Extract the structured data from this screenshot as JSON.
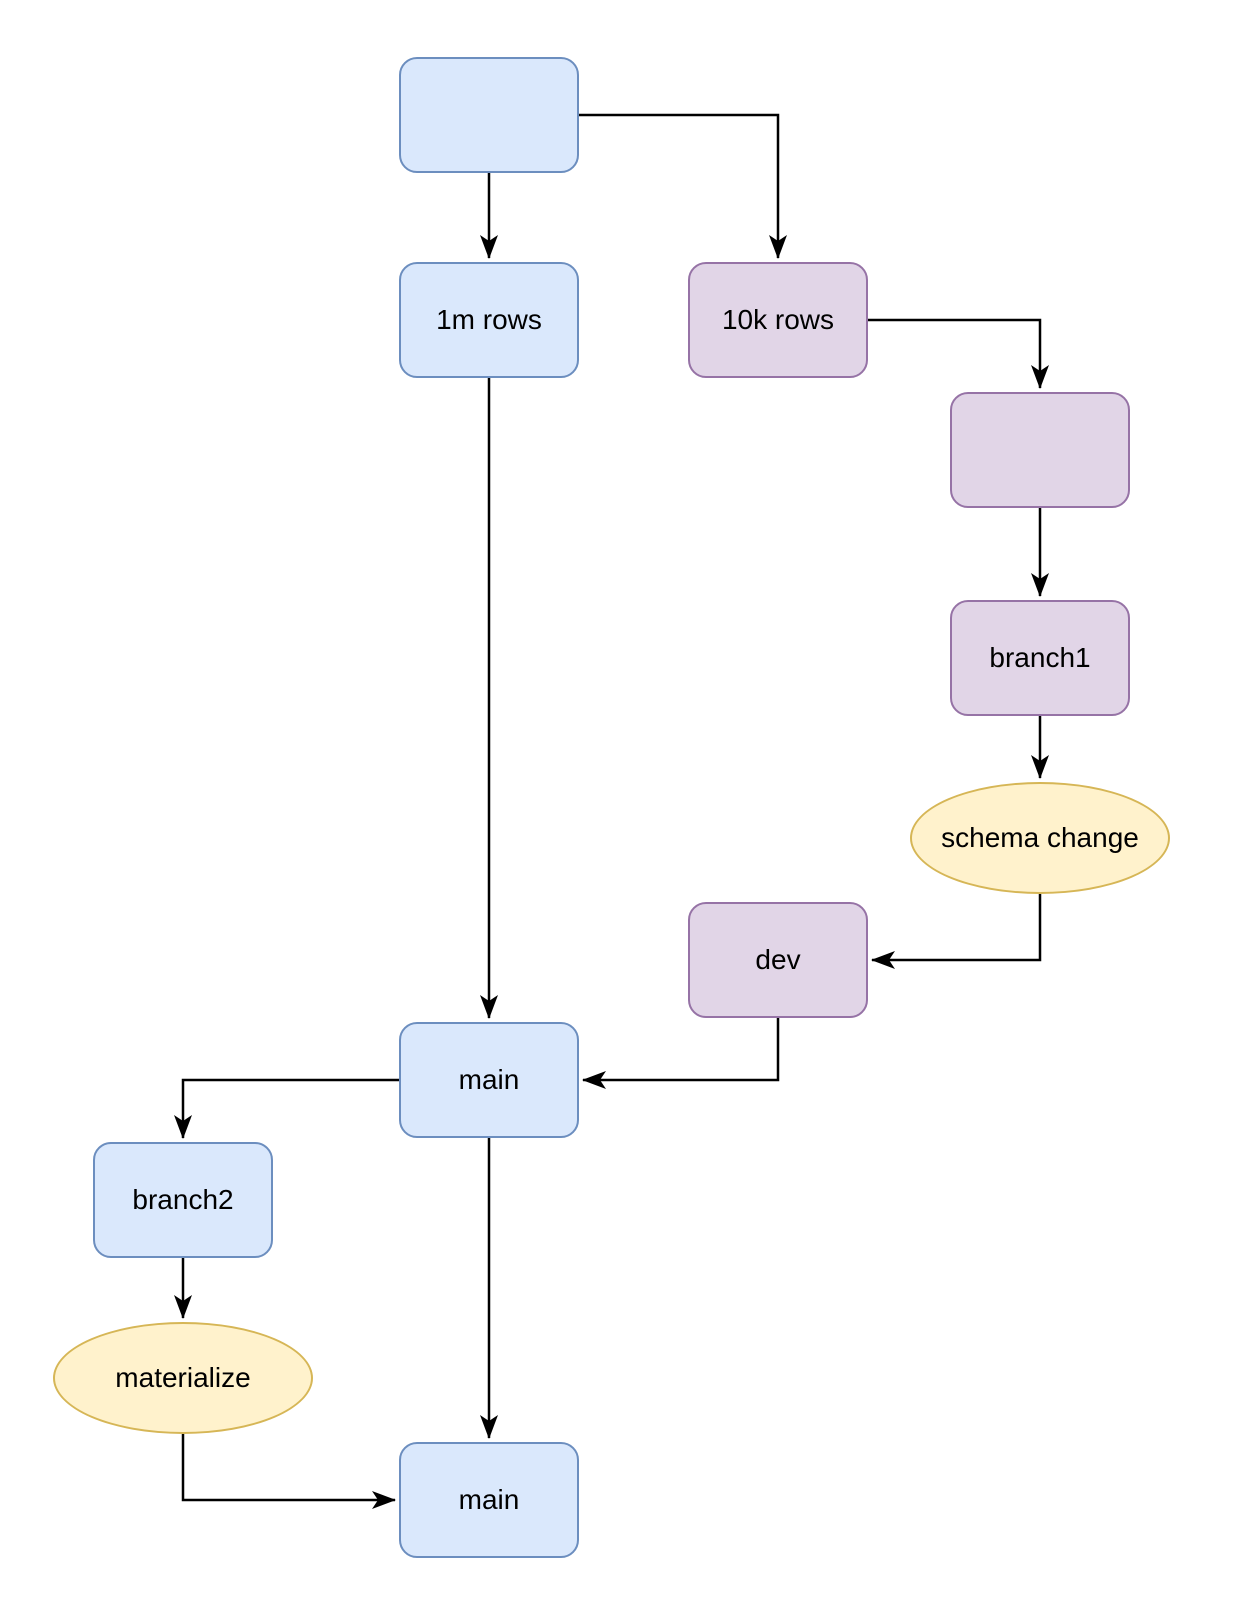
{
  "diagram": {
    "type": "flowchart",
    "background": "#ffffff",
    "palette": {
      "blue_fill": "#dae8fc",
      "blue_stroke": "#6c8ebf",
      "purple_fill": "#e1d5e7",
      "purple_stroke": "#9673a6",
      "yellow_fill": "#fff2cc",
      "yellow_stroke": "#d6b656",
      "edge_color": "#000000",
      "text_color": "#000000"
    },
    "nodes": [
      {
        "id": "seed",
        "label": "",
        "shape": "rounded-rect",
        "color": "blue"
      },
      {
        "id": "one-m-rows",
        "label": "1m rows",
        "shape": "rounded-rect",
        "color": "blue"
      },
      {
        "id": "ten-k-rows",
        "label": "10k rows",
        "shape": "rounded-rect",
        "color": "purple"
      },
      {
        "id": "anon-purple",
        "label": "",
        "shape": "rounded-rect",
        "color": "purple"
      },
      {
        "id": "branch1",
        "label": "branch1",
        "shape": "rounded-rect",
        "color": "purple"
      },
      {
        "id": "schema-change",
        "label": "schema change",
        "shape": "ellipse",
        "color": "yellow"
      },
      {
        "id": "dev",
        "label": "dev",
        "shape": "rounded-rect",
        "color": "purple"
      },
      {
        "id": "main",
        "label": "main",
        "shape": "rounded-rect",
        "color": "blue"
      },
      {
        "id": "branch2",
        "label": "branch2",
        "shape": "rounded-rect",
        "color": "blue"
      },
      {
        "id": "materialize",
        "label": "materialize",
        "shape": "ellipse",
        "color": "yellow"
      },
      {
        "id": "main-final",
        "label": "main",
        "shape": "rounded-rect",
        "color": "blue"
      }
    ],
    "edges": [
      {
        "from": "seed",
        "to": "one-m-rows"
      },
      {
        "from": "seed",
        "to": "ten-k-rows"
      },
      {
        "from": "one-m-rows",
        "to": "main"
      },
      {
        "from": "ten-k-rows",
        "to": "anon-purple"
      },
      {
        "from": "anon-purple",
        "to": "branch1"
      },
      {
        "from": "branch1",
        "to": "schema-change"
      },
      {
        "from": "schema-change",
        "to": "dev"
      },
      {
        "from": "dev",
        "to": "main"
      },
      {
        "from": "main",
        "to": "branch2"
      },
      {
        "from": "branch2",
        "to": "materialize"
      },
      {
        "from": "materialize",
        "to": "main-final"
      },
      {
        "from": "main",
        "to": "main-final"
      }
    ]
  }
}
